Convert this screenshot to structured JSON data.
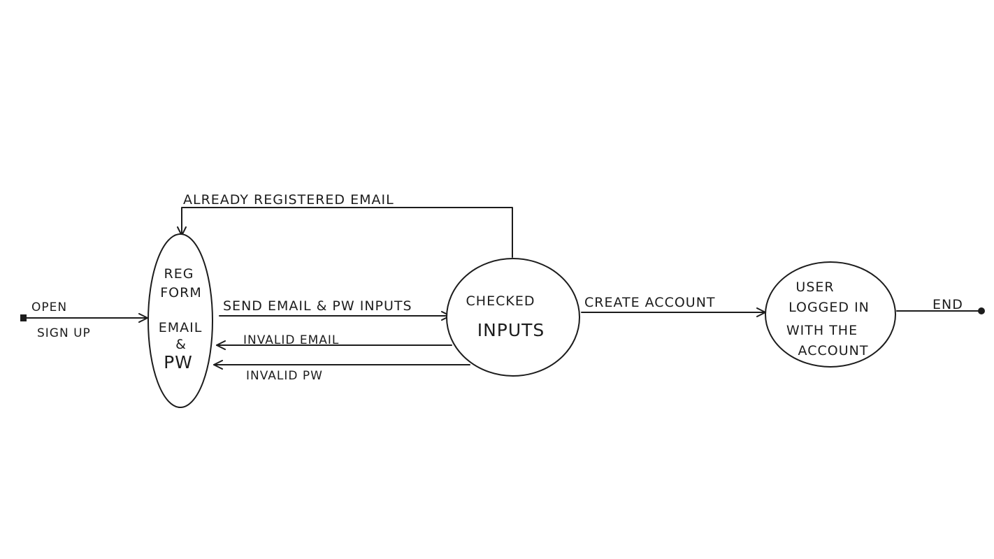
{
  "states": {
    "reg_form": [
      "REG",
      "FORM",
      "EMAIL",
      "&",
      "PW"
    ],
    "checked_inputs": [
      "CHECKED",
      "INPUTS"
    ],
    "user_logged_in": [
      "USER",
      "LOGGED IN",
      "WITH THE",
      "ACCOUNT"
    ]
  },
  "transitions": {
    "open_sign_up": [
      "OPEN",
      "SIGN UP"
    ],
    "already_registered": "ALREADY REGISTERED EMAIL",
    "send_inputs": "SEND EMAIL & PW INPUTS",
    "invalid_email": "INVALID EMAIL",
    "invalid_pw": "INVALID PW",
    "create_account": "CREATE ACCOUNT",
    "end": "END"
  }
}
